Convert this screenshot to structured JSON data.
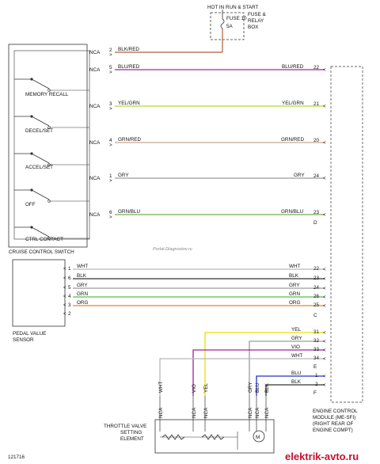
{
  "colors": {
    "BLK/RED": "#b25c3c",
    "BLU/RED": "#a52a9a",
    "YEL/GRN": "#b4d633",
    "GRN/RED": "#c9a890",
    "GRY": "#9a9a9a",
    "GRN/BLU": "#6fb04a",
    "WHT": "#b8b8b8",
    "BLK": "#333333",
    "GRN": "#4fc04a",
    "ORG": "#e08a2a",
    "YEL": "#e6e000",
    "VIO": "#a020a0",
    "BLU": "#2030d0",
    "brand": "#c8102e"
  },
  "header": {
    "hot_label": "HOT IN RUN & START",
    "fuse_label": "FUSE 10",
    "fuse_amp": "5A",
    "fuse_box_line1": "FUSE &",
    "fuse_box_line2": "RELAY",
    "fuse_box_line3": "BOX"
  },
  "switch": {
    "title": "CRUISE CONTROL SWITCH",
    "positions": [
      "MEMORY RECALL",
      "DECEL/SET",
      "ACCEL/SET",
      "OFF",
      "CTRL CONTACT"
    ]
  },
  "switch_wires": [
    {
      "nca": "NCA",
      "pin": "2",
      "left": "BLK/RED",
      "right": "",
      "ecm_pin": ""
    },
    {
      "nca": "NCA",
      "pin": "5",
      "left": "BLU/RED",
      "right": "BLU/RED",
      "ecm_pin": "22"
    },
    {
      "nca": "NCA",
      "pin": "3",
      "left": "YEL/GRN",
      "right": "YEL/GRN",
      "ecm_pin": "21"
    },
    {
      "nca": "NCA",
      "pin": "4",
      "left": "GRN/RED",
      "right": "GRN/RED",
      "ecm_pin": "20"
    },
    {
      "nca": "NCA",
      "pin": "1",
      "left": "GRY",
      "right": "GRY",
      "ecm_pin": "24"
    },
    {
      "nca": "NCA",
      "pin": "6",
      "left": "GRN/BLU",
      "right": "GRN/BLU",
      "ecm_pin": "23"
    }
  ],
  "connectors": {
    "D": "D",
    "C": "C",
    "E": "E",
    "F": "F"
  },
  "pedal": {
    "label_line1": "PEDAL VALUE",
    "label_line2": "SENSOR",
    "wires": [
      {
        "pin": "1",
        "left": "WHT",
        "right": "WHT",
        "ecm_pin": "22"
      },
      {
        "pin": "6",
        "left": "BLK",
        "right": "BLK",
        "ecm_pin": "23"
      },
      {
        "pin": "5",
        "left": "GRY",
        "right": "GRY",
        "ecm_pin": "24"
      },
      {
        "pin": "4",
        "left": "GRN",
        "right": "GRN",
        "ecm_pin": "26"
      },
      {
        "pin": "3",
        "left": "ORG",
        "right": "ORG",
        "ecm_pin": "25"
      },
      {
        "pin": "2",
        "left": "",
        "right": "",
        "ecm_pin": ""
      }
    ]
  },
  "throttle_wires": [
    {
      "right": "YEL",
      "ecm_pin": "31"
    },
    {
      "right": "GRY",
      "ecm_pin": "32"
    },
    {
      "right": "VIO",
      "ecm_pin": "33"
    },
    {
      "right": "WHT",
      "ecm_pin": "34"
    }
  ],
  "motor_wires": [
    {
      "right": "BLU",
      "ecm_pin": "1"
    },
    {
      "right": "BLK",
      "ecm_pin": "2"
    }
  ],
  "throttle": {
    "label_line1": "THROTTLE VALVE",
    "label_line2": "SETTING",
    "label_line3": "ELEMENT",
    "vert_labels": [
      "WHT",
      "VIO",
      "YEL",
      "GRY",
      "BLU",
      "BLK"
    ],
    "nca": "NCA"
  },
  "ecm": {
    "line1": "ENGINE CONTROL",
    "line2": "MODULE (ME-SFI)",
    "line3": "(RIGHT REAR OF",
    "line4": "ENGINE COMPT)"
  },
  "watermark": "Portal-Diagnostov.ru",
  "code": "121716",
  "brand": "elektrik-avto.ru"
}
